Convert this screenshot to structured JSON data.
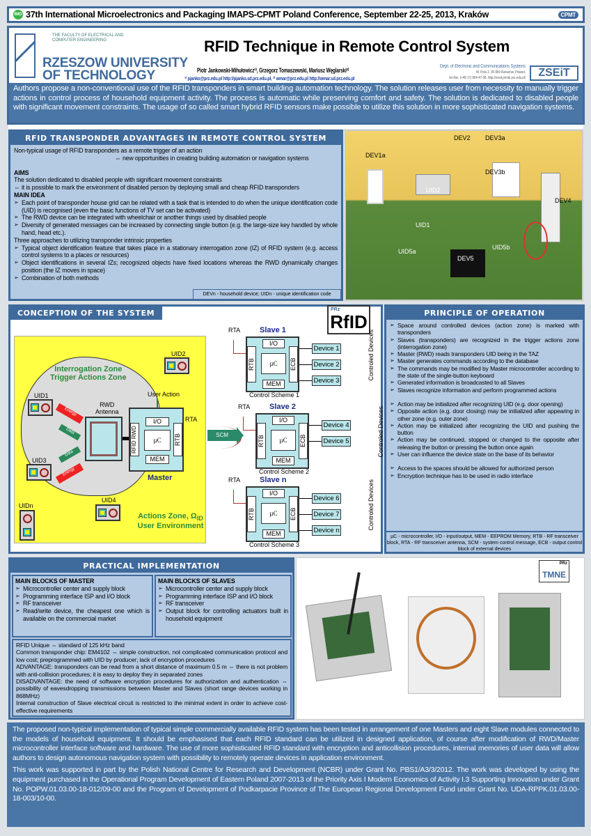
{
  "conference": {
    "logo_text": "IMO",
    "title": "37th International Microelectronics and Packaging IMAPS-CPMT Poland Conference, September 22-25, 2013, Kraków",
    "cpmt_logo": "CPMT"
  },
  "header": {
    "faculty": "THE FACULTY OF ELECTRICAL AND COMPUTER ENGINEERING",
    "university_line1": "RZESZOW UNIVERSITY",
    "university_line2": "OF TECHNOLOGY",
    "title": "RFID Technique in Remote Control System",
    "authors": "Piotr Jankowski-Mihułowicz¹⁾, Grzegorz Tomaszewski, Mariusz Węglarski²⁾",
    "emails": "¹⁾ pjanko@prz.edu.pl  http://pjanko.sd.prz.edu.pl, ²⁾ wmar@prz.edu.pl  http://wmar.sd.prz.edu.pl",
    "dept": "Dept. of Electronic and Communications Systems",
    "address": "W. Pola 2, 35-959 Rzeszów, Poland,",
    "contact": "tel./fax. (+48 17) 854-47-08, http://zseit.portal.prz.edu.pl/",
    "zseit_logo": "ZSEiT"
  },
  "abstract": "Authors propose a non-conventional use of the RFID transponders in smart building automation technology. The solution releases user from necessity to manually trigger actions in control process of household equipment activity. The process is automatic while preserving comfort and safety. The solution is dedicated to disabled people with significant movement constraints. The usage of so called smart hybrid RFID sensors make possible to utilize this solution in more sophisticated navigation systems.",
  "advantages": {
    "heading": "RFID TRANSPONDER ADVANTAGES IN REMOTE CONTROL SYSTEM",
    "intro": "Non-typical usage of RFID transponders as a remote trigger of an action",
    "intro2": "⇔ new opportunities in creating building automation or navigation systems",
    "aims_label": "AIMS",
    "aims1": "The solution dedicated to disabled people with significant movement constraints",
    "aims2": "⇔ it is possible to mark the environment of disabled person by deploying small and cheap RFID transponders",
    "main_idea_label": "MAIN IDEA",
    "main_idea": [
      "Each point of transponder house grid can be related with a task that is intended to do when the unique identification code (UID) is recognised (even the basic functions of TV set can be activated)",
      "The RWD device can be integrated with wheelchair or another things used by disabled people",
      "Diversity of generated messages can be increased by connecting single button (e.g. the large-size key handled by whole hand, head etc.)."
    ],
    "approaches_label": "Three approaches to utilizing transponder intrinsic properties",
    "approaches": [
      "Typical object identification feature that takes place in a stationary interrogation zone (IZ) of RFID system (e.g. access control systems to a places or resources)",
      "Object identifications in several IZs; recognized objects have fixed locations whereas the RWD dynamically changes position (the IZ moves in space)",
      "Combination of both methods"
    ],
    "legend": "DEVn - household device; UIDn - unique identification code"
  },
  "room": {
    "labels": [
      "DEV2",
      "DEV3a",
      "DEV3b",
      "DEV1a",
      "UID2",
      "UID1",
      "UID5a",
      "UID5b",
      "DEV5",
      "DEV4"
    ]
  },
  "conception": {
    "heading": "CONCEPTION OF THE SYSTEM",
    "rfid_logo": "RfID",
    "prz": "PRz",
    "iz1": "Interrogation Zone",
    "iz2": "Trigger Actions Zone",
    "uids": [
      "UID1",
      "UID2",
      "UID3",
      "UID4",
      "UIDn"
    ],
    "rwd1": "RWD",
    "rwd2": "Antenna",
    "user_action": "User Action",
    "energy": "Energy",
    "data": "Data",
    "master": "Master",
    "io": "I/O",
    "uc": "µC",
    "mem": "MEM",
    "rfid_rwd": "RFID RWD",
    "rtb": "RTB",
    "rta": "RTA",
    "ecb": "ECB",
    "scm": "SCM",
    "az1": "Actions Zone, Ω",
    "az_sub": "ID",
    "az2": "User Environment",
    "controlled": "Controled Devices",
    "slaves": [
      {
        "name": "Slave 1",
        "scheme": "Control Scheme 1",
        "devices": [
          "Device 1",
          "Device 2",
          "Device 3"
        ]
      },
      {
        "name": "Slave 2",
        "scheme": "Control Scheme 2",
        "devices": [
          "Device 4",
          "Device 5"
        ]
      },
      {
        "name": "Slave n",
        "scheme": "Control Scheme 3",
        "devices": [
          "Device 6",
          "Device 7",
          "Device n"
        ]
      }
    ]
  },
  "principle": {
    "heading": "PRINCIPLE OF OPERATION",
    "group1": [
      "Space around controlled devices (action zone) is marked with transponders",
      "Slaves (transponders) are recognized in the trigger actions zone (interrogation zone)",
      "Master (RWD) reads transponders UID being in the TAZ",
      "Master generates commands according to the database",
      "The commands may be modified by Master microcontroller according to the state of the single-button keyboard",
      "Generated information is broadcasted to all Slaves",
      "Slaves recognize information and perform programmed actions"
    ],
    "group2": [
      "Action may be initialized after recognizing UID (e.g. door opening)",
      "Opposite action (e.g. door closing) may be initialized after appearing in other zone (e.g. outer zone)",
      "Action may be initialized after recognizing the UID and pushing the button",
      "Action may be continued, stopped or changed to the opposite after releasing the button or pressing the button once again",
      "User can influence the device state on the base of its behavior"
    ],
    "group3": [
      "Access to the spaces should be allowed for authorized person",
      "Encryption technique has to be used in radio interface"
    ],
    "legend": "µC - microcontroller, I/O - input/output, MEM - EEPROM Memory, RTB - RF transceiver block, RTA - RF transceiver antenna, SCM - system control message, ECB - output control block of external devices"
  },
  "practical": {
    "heading": "PRACTICAL IMPLEMENTATION",
    "master_label": "MAIN BLOCKS OF MASTER",
    "master": [
      "Microcontroller center and supply block",
      "Programming interface ISP and I/O block",
      "RF transceiver",
      "Read/write device, the cheapest one which is available on the commercial market"
    ],
    "slaves_label": "MAIN BLOCKS OF SLAVES",
    "slaves": [
      "Microcontroller center and supply block",
      "Programming interface ISP and I/O block",
      "RF transceiver",
      "Output block for controlling actuators built in household equipment"
    ],
    "details": [
      "RFID Unique ⇔ standard of 125 kHz band",
      "Common transponder chip: EM4102 ⇔  simple construction, not complicated communication protocol and low cost; preprogrammed with UID by producer; lack of encryption procedures",
      "ADVANTAGE: transponders can be read from a short distance of maximum 0.5 m ⇔  there is not problem with anti-collision procedures; it is easy to deploy they in separated zones",
      "DISADVANTAGE: the need of software encryption procedures for authorization and authentication ⇔  possibility of eavesdropping transmissions between Master and Slaves (short range devices working in 868MHz)",
      "Internal construction of Slave electrical circuit is restricted to the minimal extent in order to achieve cost-effective requirements"
    ],
    "photo_logo": "TMNE",
    "photo_logo_top": "PRz"
  },
  "conclusion": "The proposed non-typical implementation of typical simple commercially available RFID system has been tested in arrangement of one Masters and eight Slave modules connected to the models of household equipment. It should be emphasised that each RFID standard can be utilized in designed application, of course after modification of RWD/Master microcontroller interface software and hardware. The use of more sophisticated RFID standard with encryption and anticollision procedures, internal memories of user data will allow authors to design autonomous navigation system with possibility to remotely operate devices in application environment.",
  "acknowledgement": "This work was supported in part by the Polish National Centre for Research and Development (NCBR) under Grant No. PBS1/A3/3/2012. The work was developed by using the equipment purchased in the Operational Program Development of Eastern Poland 2007-2013 of the Priority Axis I Modern Economics of Activity I.3 Supporting Innovation under Grant No. POPW.01.03.00-18-012/09-00 and the Program of Development of Podkarpacie Province of The European Regional Development Fund under Grant No. UDA-RPPK.01.03.00-18-003/10-00.",
  "colors": {
    "primary": "#3f6a9c",
    "panel": "#b5cbe4",
    "abstract": "#4a76a6",
    "zone": "#ffff44"
  }
}
